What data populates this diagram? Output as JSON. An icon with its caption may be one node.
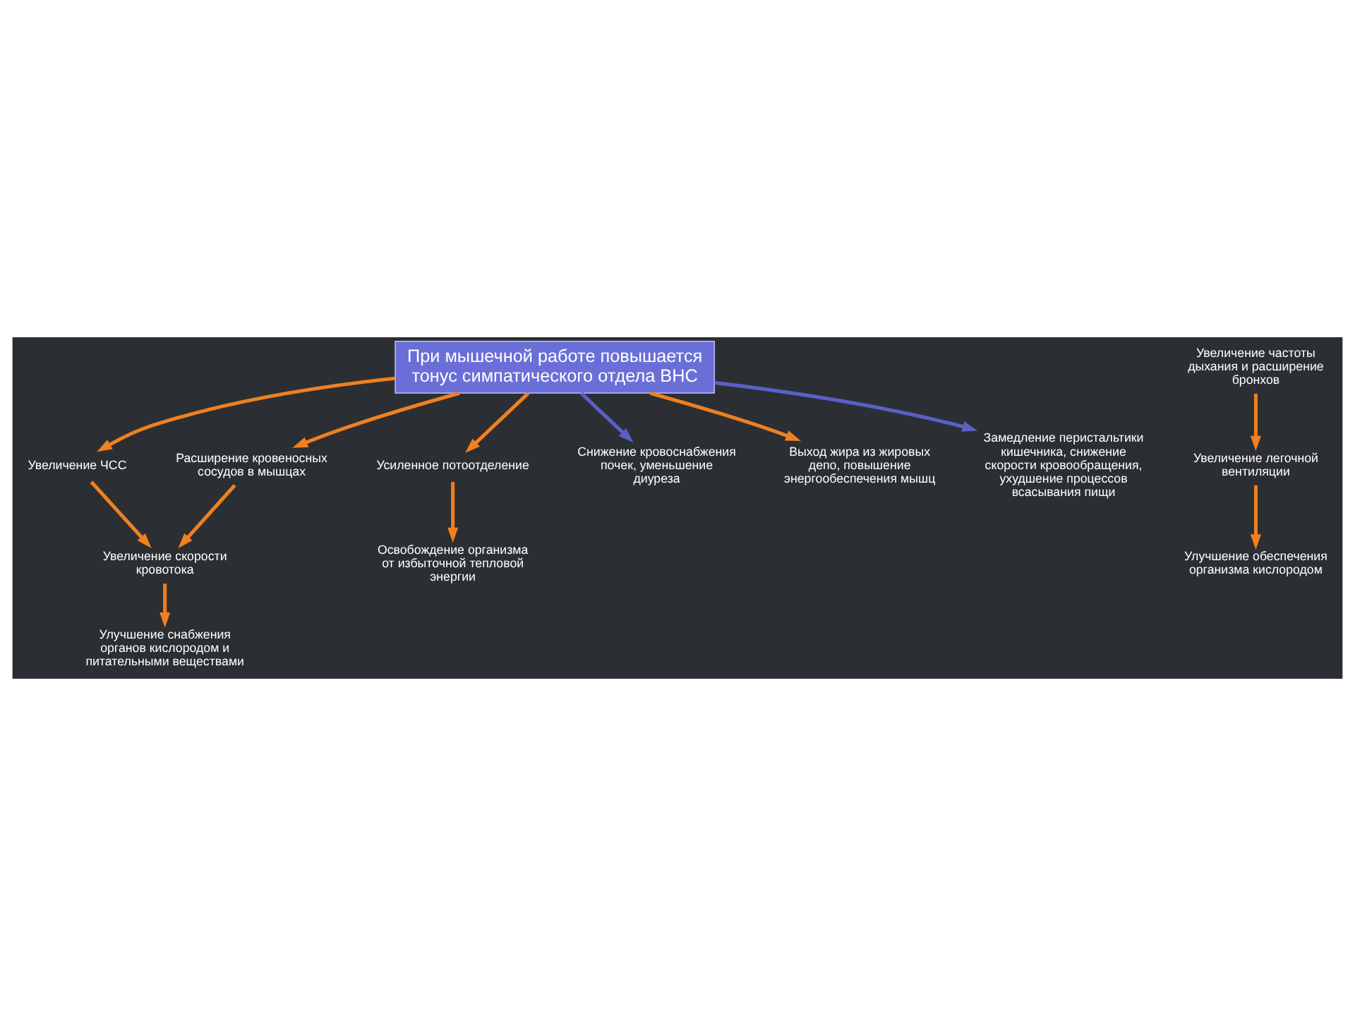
{
  "diagram": {
    "nodes": [
      {
        "text": [
          "При мышечной работе повышается тонус симпатического отдела ВНС"
        ]
      },
      {
        "text": [
          "Увеличение частоты дыхания и расширение бронхов"
        ]
      },
      {
        "text": [
          "Увеличение легочной вентиляции"
        ]
      },
      {
        "text": [
          "Улучшение обеспечения организма кислородом"
        ]
      },
      {
        "text": [
          "Увеличение ЧСС"
        ]
      },
      {
        "text": [
          "Увеличение скорости кровотока"
        ]
      },
      {
        "text": [
          "Улучшение снабжения органов кислородом и питательными веществами"
        ]
      },
      {
        "text": [
          "Расширение кровеносных сосудов в мышцах"
        ]
      },
      {
        "text": [
          "Усиленное потоотделение"
        ]
      },
      {
        "text": [
          "Освобождение организма от избыточной тепловой энергии"
        ]
      },
      {
        "text": [
          "Снижение кровоснабжения почек, уменьшение диуреза"
        ]
      },
      {
        "text": [
          "Выход жира из жировых депо, повышение энергообеспечения мышц"
        ]
      },
      {
        "text": [
          "Замедление перистальтики кишечника, снижение скорости кровообращения, ухудшение процессов всасывания пищи"
        ]
      }
    ],
    "edges": [
      {
        "from": 1,
        "to": 2,
        "arrow": "to"
      },
      {
        "from": 2,
        "to": 3,
        "arrow": "to"
      },
      {
        "from": 0,
        "to": 4,
        "arrow": "to"
      },
      {
        "from": 4,
        "to": 5,
        "arrow": "to"
      },
      {
        "from": 5,
        "to": 6,
        "arrow": "to"
      },
      {
        "from": 0,
        "to": 7,
        "arrow": "to"
      },
      {
        "from": 7,
        "to": 5,
        "arrow": "to"
      },
      {
        "from": 0,
        "to": 8,
        "arrow": "to"
      },
      {
        "from": 8,
        "to": 9,
        "arrow": "to"
      },
      {
        "from": 0,
        "to": 10,
        "arrow": "to",
        "color": "#5c5fc4"
      },
      {
        "from": 0,
        "to": 11,
        "arrow": "to"
      },
      {
        "from": 0,
        "to": 12,
        "arrow": "to",
        "color": "#5c5fc4"
      }
    ]
  }
}
